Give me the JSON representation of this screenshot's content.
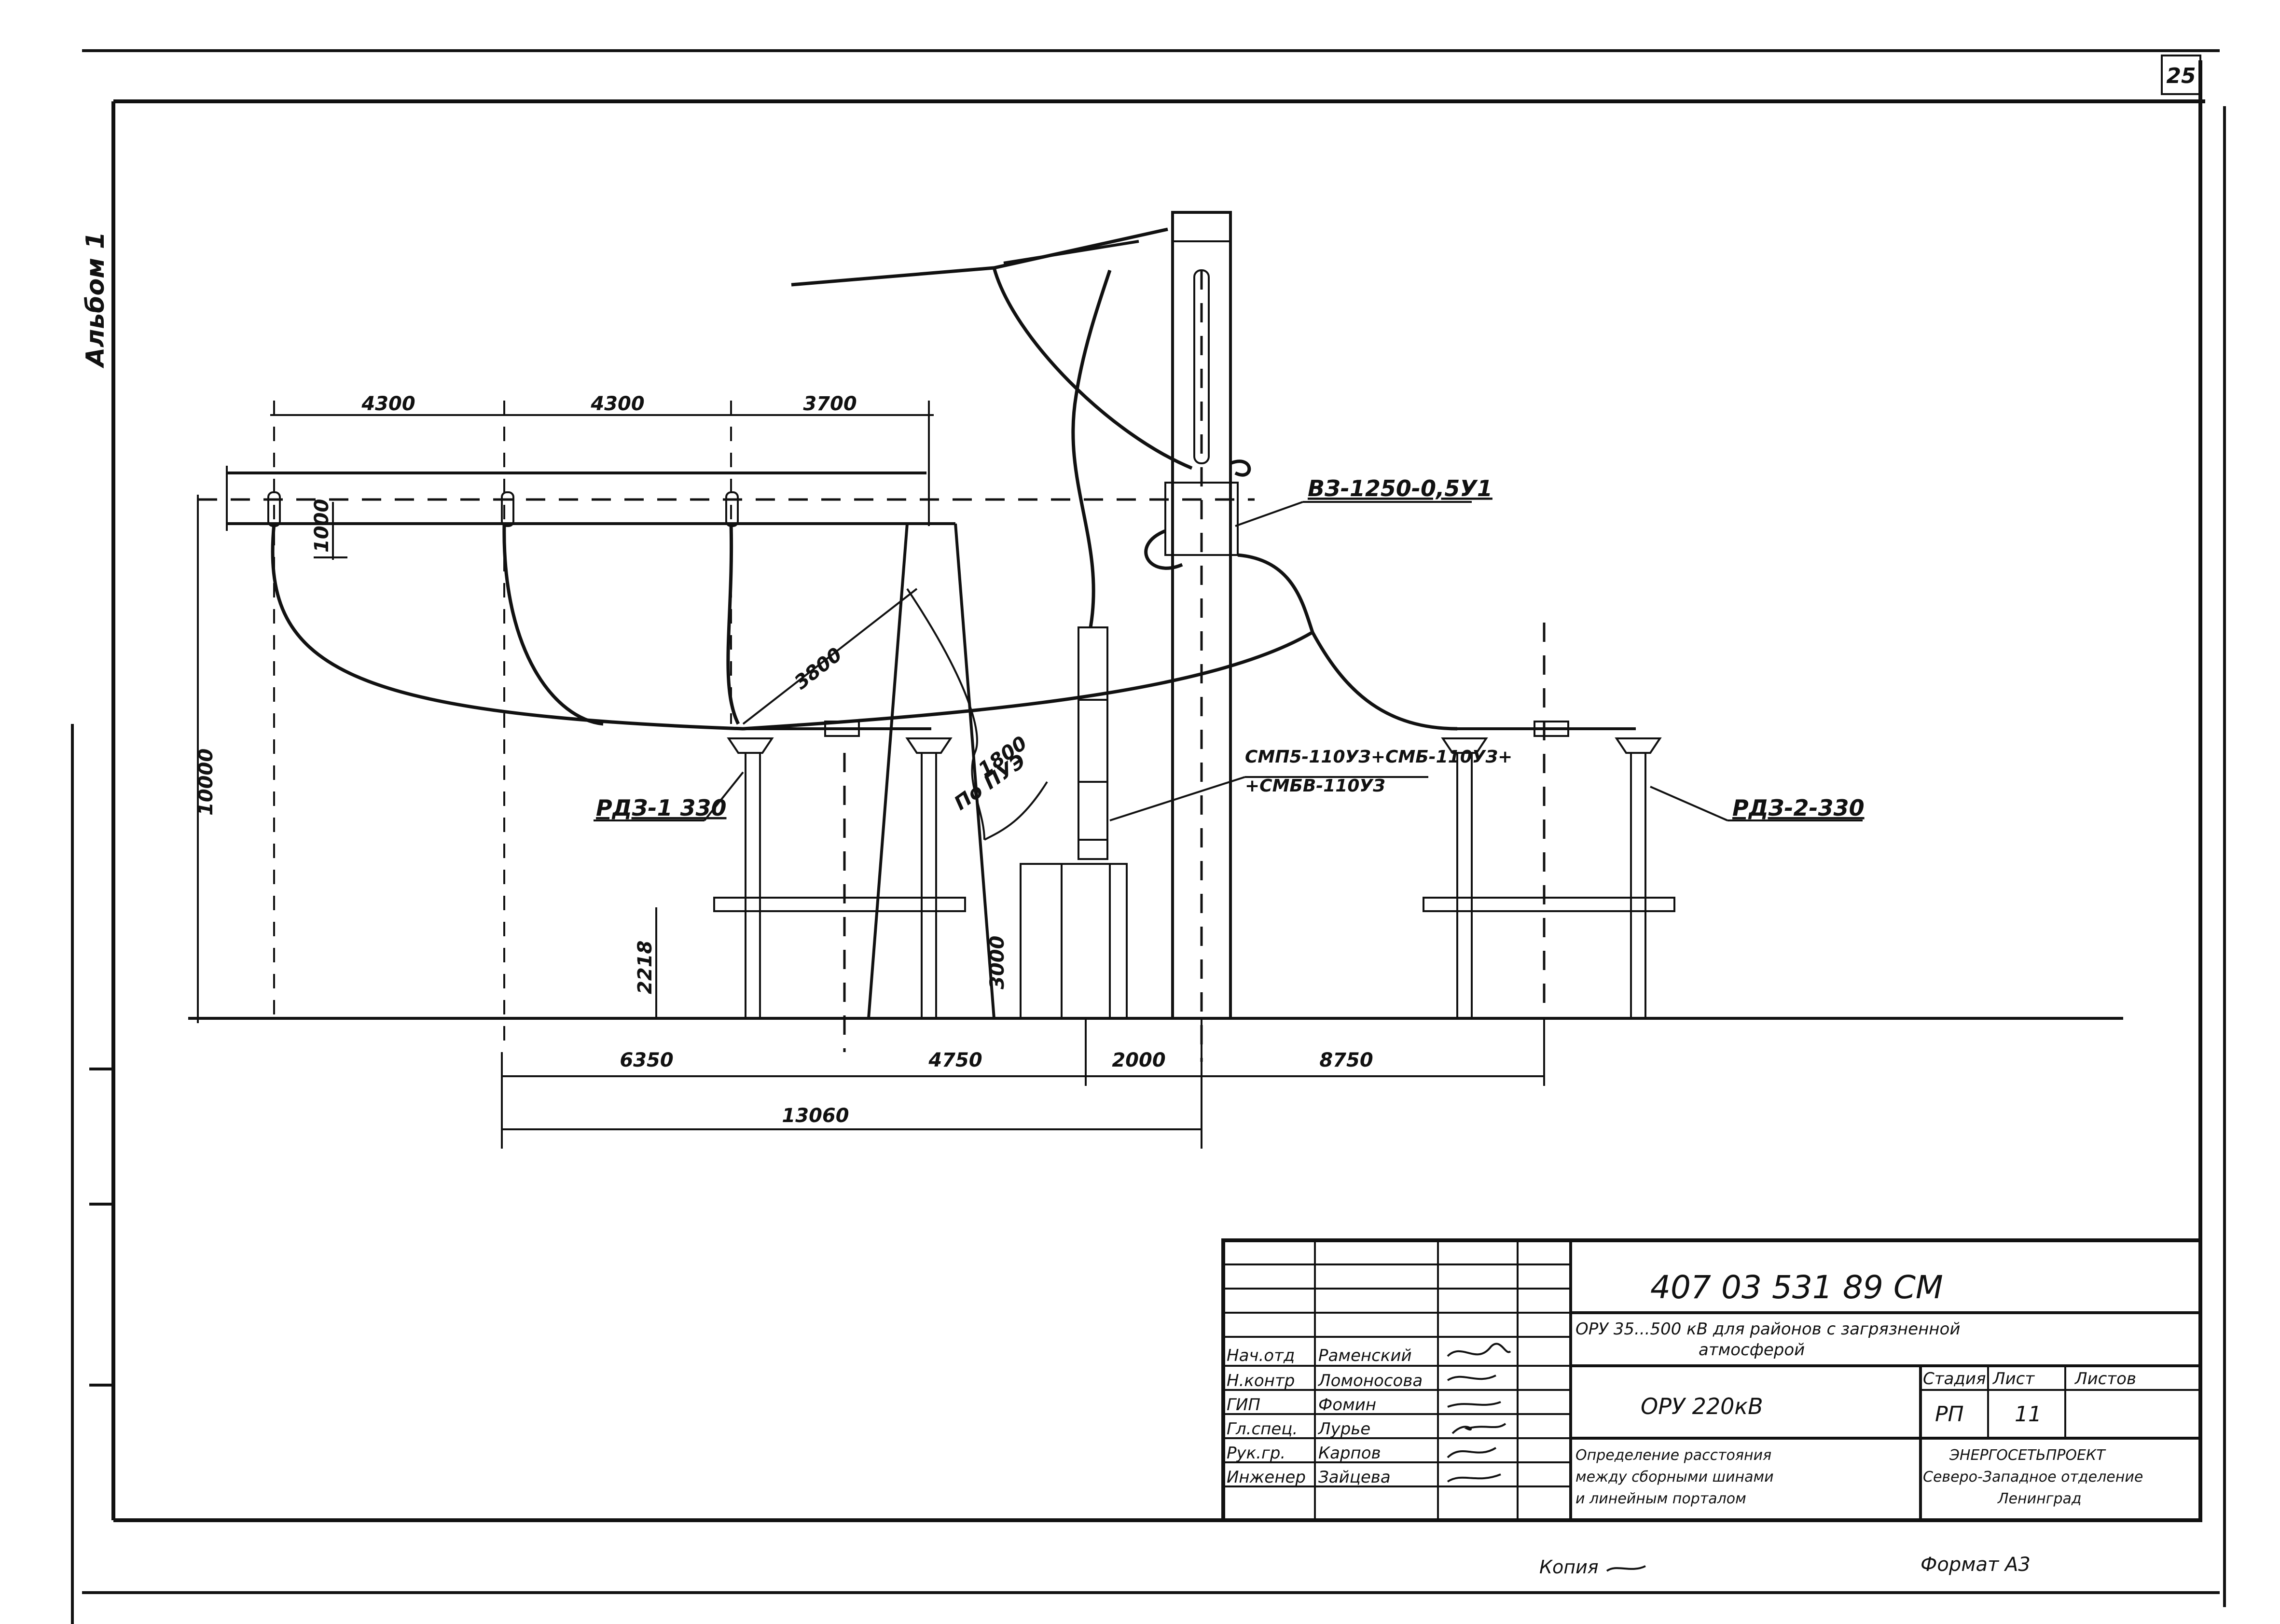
{
  "sheet_number": "25",
  "album_label": "Альбом 1",
  "dimensions": {
    "top": [
      "4300",
      "4300",
      "3700"
    ],
    "bus_sag": "1000",
    "diag_clearance": "3800",
    "pue_1800": "1800",
    "pue_label": "По ПУЭ",
    "height_total": "10000",
    "height_platform": "2218",
    "h_3000": "3000",
    "bottom": [
      "6350",
      "4750",
      "2000",
      "8750"
    ],
    "overall": "13060"
  },
  "labels": {
    "switch_left": "РДЗ-1 330",
    "switch_right": "РДЗ-2-330",
    "disconnector": "ВЗ-1250-0,5У1",
    "insulators_1": "СМП5-110УЗ+СМБ-110УЗ+",
    "insulators_2": "+СМБВ-110УЗ"
  },
  "title_block": {
    "doc_code": "407 03 531 89 СМ",
    "title_1": "ОРУ 35...500 кВ для районов с загрязненной",
    "title_2": "атмосферой",
    "section": "ОРУ 220кВ",
    "stage_label": "Стадия",
    "sheet_label": "Лист",
    "sheets_label": "Листов",
    "stage": "РП",
    "sheet": "11",
    "description_1": "Определение расстояния",
    "description_2": "между сборными шинами",
    "description_3": "и линейным порталом",
    "org_1": "ЭНЕРГОСЕТЬПРОЕКТ",
    "org_2": "Северо-Западное отделение",
    "org_3": "Ленинград",
    "staff": [
      {
        "role": "Нач.отд",
        "name": "Раменский"
      },
      {
        "role": "Н.контр",
        "name": "Ломоносова"
      },
      {
        "role": "ГИП",
        "name": "Фомин"
      },
      {
        "role": "Гл.спец.",
        "name": "Лурье"
      },
      {
        "role": "Рук.гр.",
        "name": "Карпов"
      },
      {
        "role": "Инженер",
        "name": "Зайцева"
      }
    ]
  },
  "footer": {
    "copy": "Копия",
    "format": "Формат А3"
  }
}
